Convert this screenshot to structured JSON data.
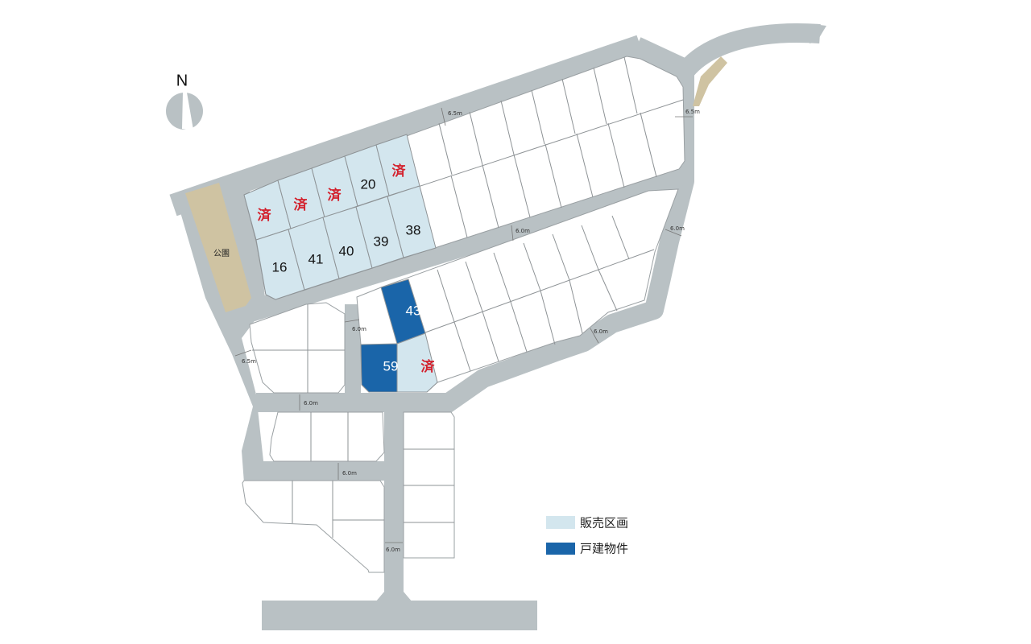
{
  "compass": {
    "label": "N"
  },
  "park": {
    "label": "公園"
  },
  "lots": [
    {
      "label": "済",
      "status": "sold"
    },
    {
      "label": "済",
      "status": "sold"
    },
    {
      "label": "済",
      "status": "sold"
    },
    {
      "label": "20",
      "status": "available"
    },
    {
      "label": "済",
      "status": "sold"
    },
    {
      "label": "16",
      "status": "available"
    },
    {
      "label": "41",
      "status": "available"
    },
    {
      "label": "40",
      "status": "available"
    },
    {
      "label": "39",
      "status": "available"
    },
    {
      "label": "38",
      "status": "available"
    },
    {
      "label": "43",
      "status": "detached-house"
    },
    {
      "label": "59",
      "status": "detached-house"
    },
    {
      "label": "済",
      "status": "sold"
    }
  ],
  "road_widths": [
    "6.5m",
    "6.5m",
    "6.0m",
    "6.0m",
    "6.0m",
    "6.0m",
    "6.5m",
    "6.0m",
    "6.0m",
    "6.0m"
  ],
  "legend": [
    {
      "label": "販売区画",
      "color": "#d3e6ee"
    },
    {
      "label": "戸建物件",
      "color": "#1a65a9"
    }
  ],
  "colors": {
    "road": "#b9c1c4",
    "park": "#cfc3a2",
    "sold_text": "#d3202c"
  }
}
